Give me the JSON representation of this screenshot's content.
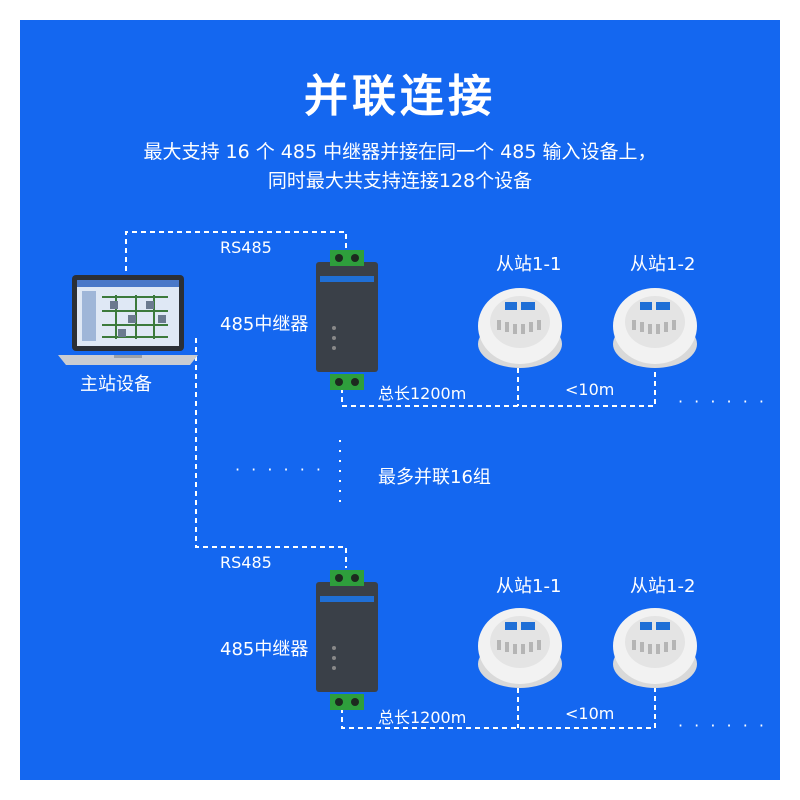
{
  "title": "并联连接",
  "subtitle_line1": "最大支持 16 个 485 中继器并接在同一个 485 输入设备上，",
  "subtitle_line2": "同时最大共支持连接128个设备",
  "master_label": "主站设备",
  "group_top": {
    "bus_label": "RS485",
    "repeater_label": "485中继器",
    "slave1_label": "从站1-1",
    "slave2_label": "从站1-2",
    "length_label": "总长1200m",
    "spacing_label": "<10m",
    "trailing_dots": "· · · · · ·"
  },
  "middle": {
    "dots": "· · · · · ·",
    "max_label": "最多并联16组"
  },
  "group_bottom": {
    "bus_label": "RS485",
    "repeater_label": "485中继器",
    "slave1_label": "从站1-1",
    "slave2_label": "从站1-2",
    "length_label": "总长1200m",
    "spacing_label": "<10m",
    "trailing_dots": "· · · · · ·"
  },
  "colors": {
    "background": "#1467f0",
    "repeater_body": "#3a4048",
    "terminal_green": "#2e9e3c",
    "detector_white": "#f2f2f2"
  }
}
